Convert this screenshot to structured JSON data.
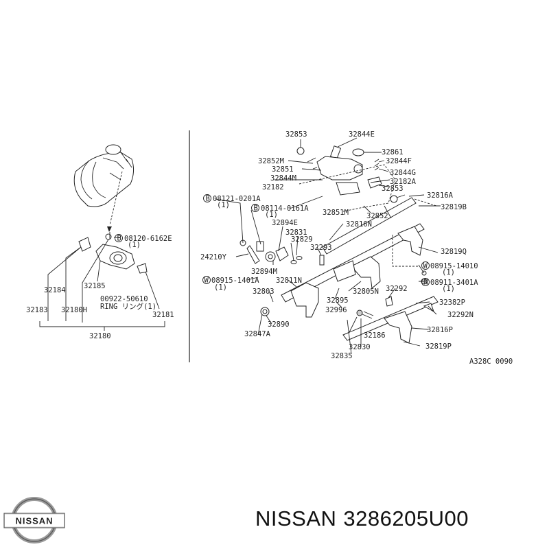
{
  "left_group": {
    "bolt_a": "08120-6162E",
    "bolt_a_qty": "(1)",
    "p32184": "32184",
    "p32185": "32185",
    "p32183": "32183",
    "p32180H": "32180H",
    "ring_pn": "00922-50610",
    "ring_text": "RING リング(1)",
    "p32181": "32181",
    "p32180": "32180"
  },
  "right_group": {
    "p32853a": "32853",
    "p32844E": "32844E",
    "p32861": "32861",
    "p32852M": "32852M",
    "p32844F": "32844F",
    "p32851": "32851",
    "p32844G": "32844G",
    "p32844M": "32844M",
    "p32182A": "32182A",
    "p32182": "32182",
    "p32853b": "32853",
    "p32816A": "32816A",
    "bolt_b": "08121-0201A",
    "bolt_b_qty": "(1)",
    "bolt_c": "08114-0161A",
    "bolt_c_qty": "(1)",
    "p32851M": "32851M",
    "p32852": "32852",
    "p32819B": "32819B",
    "p32894E": "32894E",
    "p32816N": "32816N",
    "p32831": "32831",
    "p32829": "32829",
    "p32293": "32293",
    "p32819Q": "32819Q",
    "p24210Y": "24210Y",
    "p32894M": "32894M",
    "washer_a": "08915-14010",
    "washer_a_qty": "(1)",
    "washer_b": "08915-1401A",
    "washer_b_qty": "(1)",
    "p32811N": "32811N",
    "nut_a": "08911-3401A",
    "nut_a_qty": "(1)",
    "p32803": "32803",
    "p32805N": "32805N",
    "p32292": "32292",
    "p32895": "32895",
    "p32382P": "32382P",
    "p32996": "32996",
    "p32292N": "32292N",
    "p32890": "32890",
    "p32816P": "32816P",
    "p32847A": "32847A",
    "p32186": "32186",
    "p32830": "32830",
    "p32819P": "32819P",
    "p32835": "32835",
    "ref_code": "A328C 0090"
  },
  "footer": {
    "brand": "NISSAN",
    "part_number": "3286205U00",
    "logo_text": "NISSAN"
  },
  "colors": {
    "ink": "#222222",
    "background": "#ffffff"
  }
}
